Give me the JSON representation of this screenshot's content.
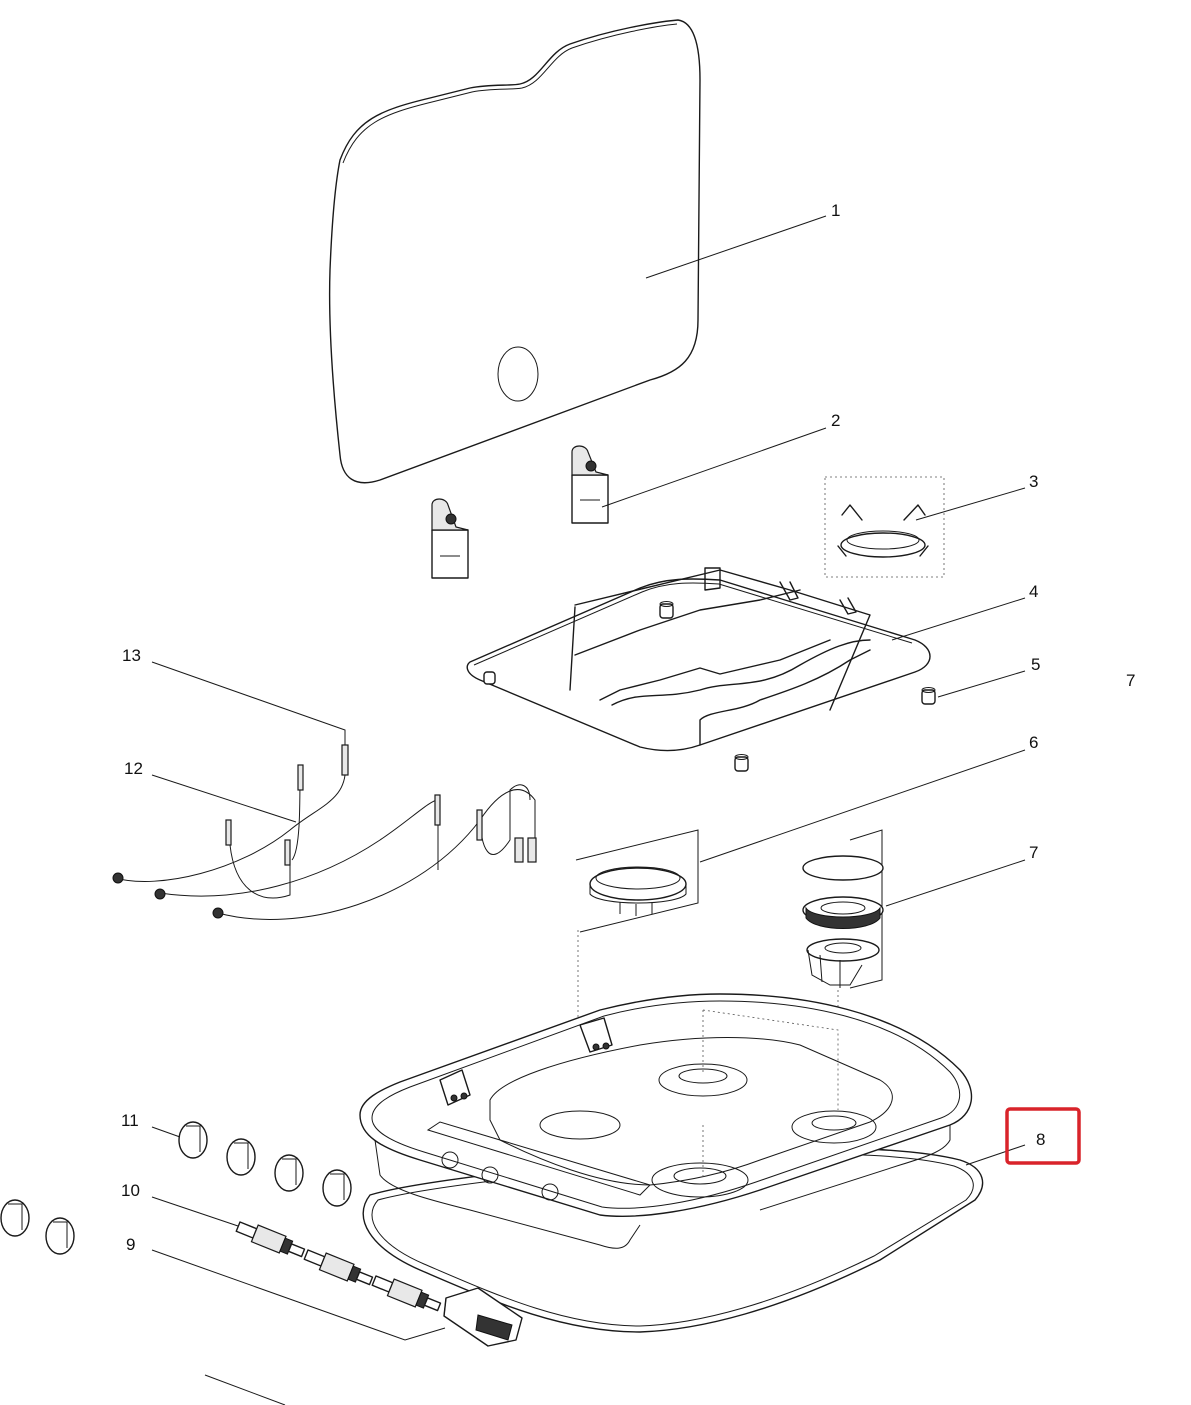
{
  "diagram": {
    "labels": {
      "l1": "1",
      "l2": "2",
      "l3": "3",
      "l4": "4",
      "l5": "5",
      "l6": "6",
      "l7": "7",
      "l7b": "7",
      "l8": "8",
      "l9": "9",
      "l10": "10",
      "l11": "11",
      "l12": "12",
      "l13": "13"
    },
    "highlight_color": "#d9232a"
  }
}
